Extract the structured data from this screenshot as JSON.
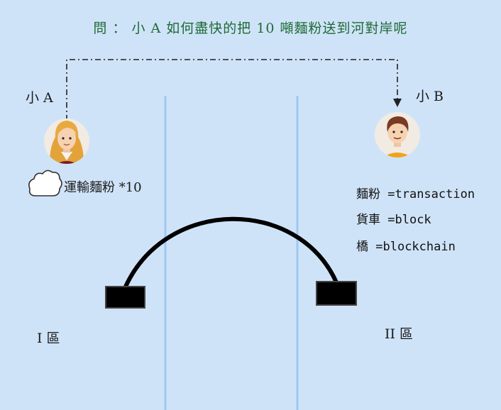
{
  "question": "問 ： 小 A 如何盡快的把 10 噸麵粉送到河對岸呢",
  "person_a": {
    "label": "小 A",
    "avatar": "woman-avatar"
  },
  "person_b": {
    "label": "小 B",
    "avatar": "man-avatar"
  },
  "cargo": {
    "icon": "cloud-icon",
    "text": "運輸麵粉 *10"
  },
  "legend": [
    {
      "term": "麵粉",
      "meaning": "=transaction"
    },
    {
      "term": "貨車",
      "meaning": "=block"
    },
    {
      "term": "橋",
      "meaning": "=blockchain"
    }
  ],
  "zone_left": "I 區",
  "zone_right": "II 區",
  "colors": {
    "background": "#cfe3f8",
    "river_line": "#9ec9f2",
    "question_text": "#1e6a35",
    "bridge": "#000000"
  }
}
